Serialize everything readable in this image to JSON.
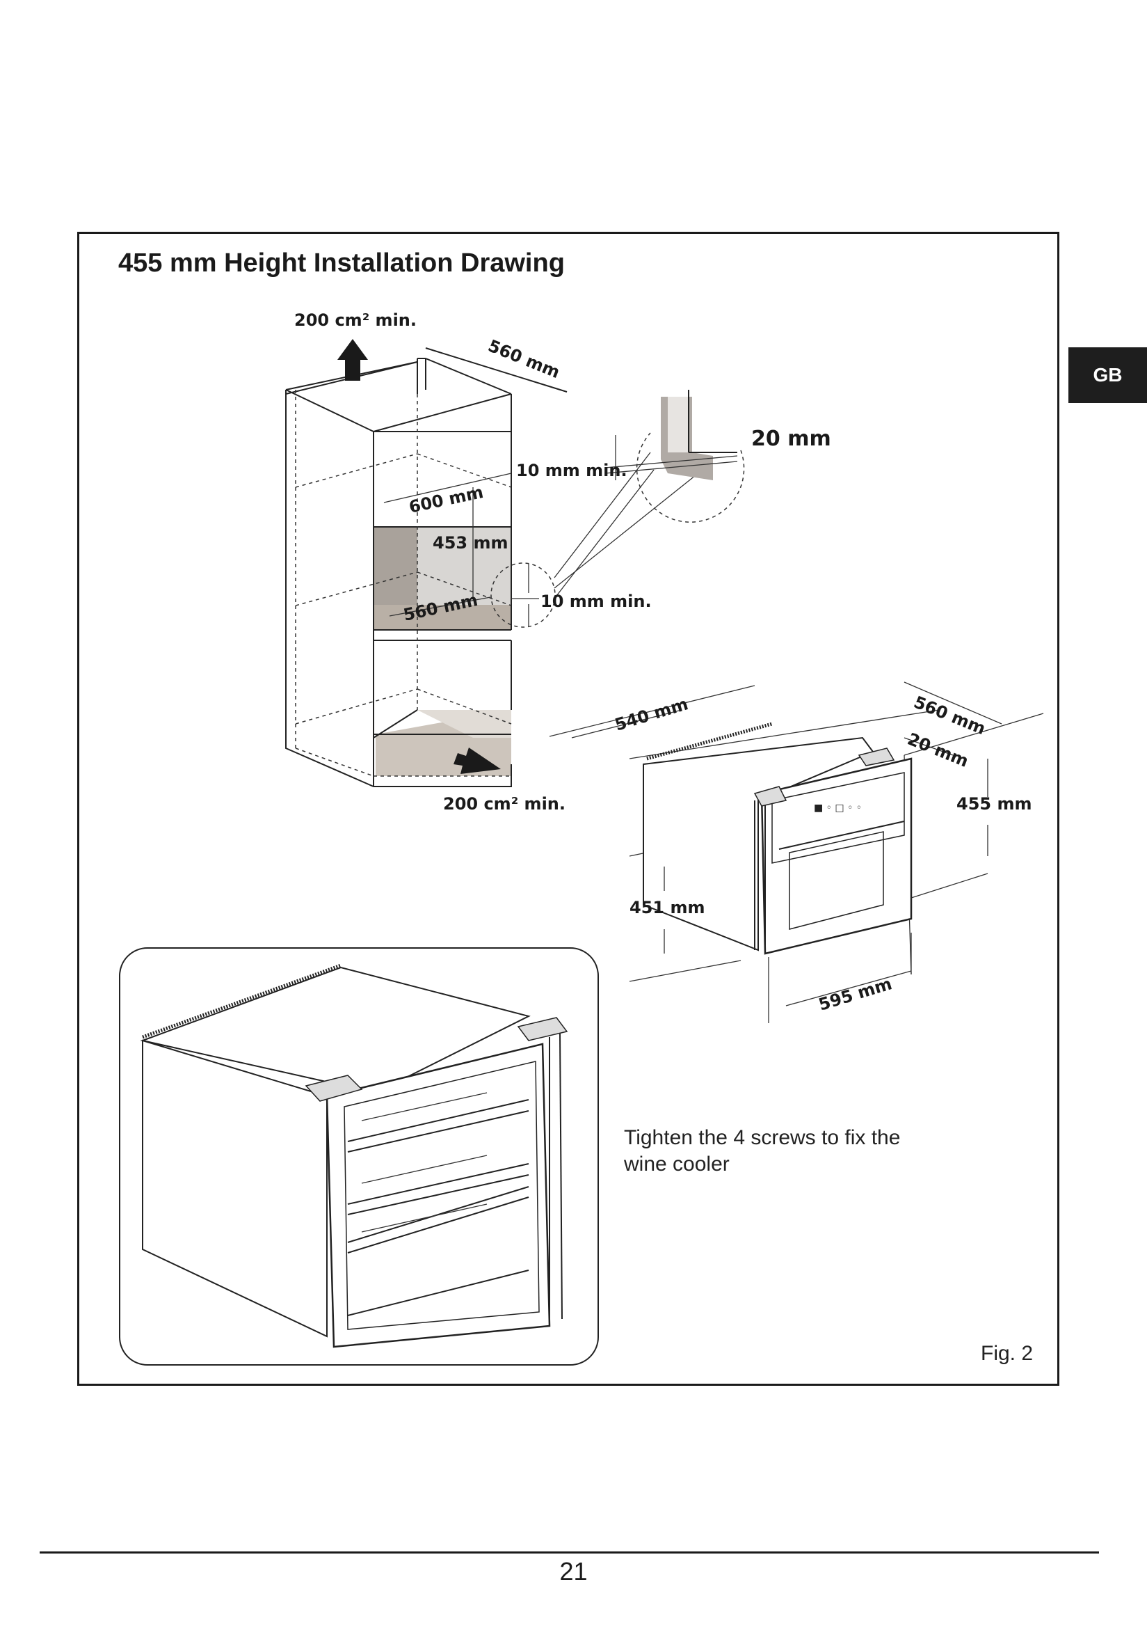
{
  "title": "455 mm Height Installation Drawing",
  "side_tab": "GB",
  "page_number": "21",
  "figure_label": "Fig. 2",
  "caption": "Tighten the 4 screws to fix the wine cooler",
  "dimensions": {
    "vent_top": "200 cm² min.",
    "vent_bottom": "200 cm² min.",
    "cabinet_depth_top": "560 mm",
    "cabinet_width": "600 mm",
    "niche_height": "453 mm",
    "niche_depth": "560 mm",
    "gap_upper": "10 mm min.",
    "gap_lower": "10 mm min.",
    "detail_offset": "20 mm",
    "unit_depth_body": "540 mm",
    "unit_depth_total": "560 mm",
    "unit_frame": "20 mm",
    "unit_height": "455 mm",
    "unit_body_height": "451 mm",
    "unit_width": "595 mm"
  }
}
